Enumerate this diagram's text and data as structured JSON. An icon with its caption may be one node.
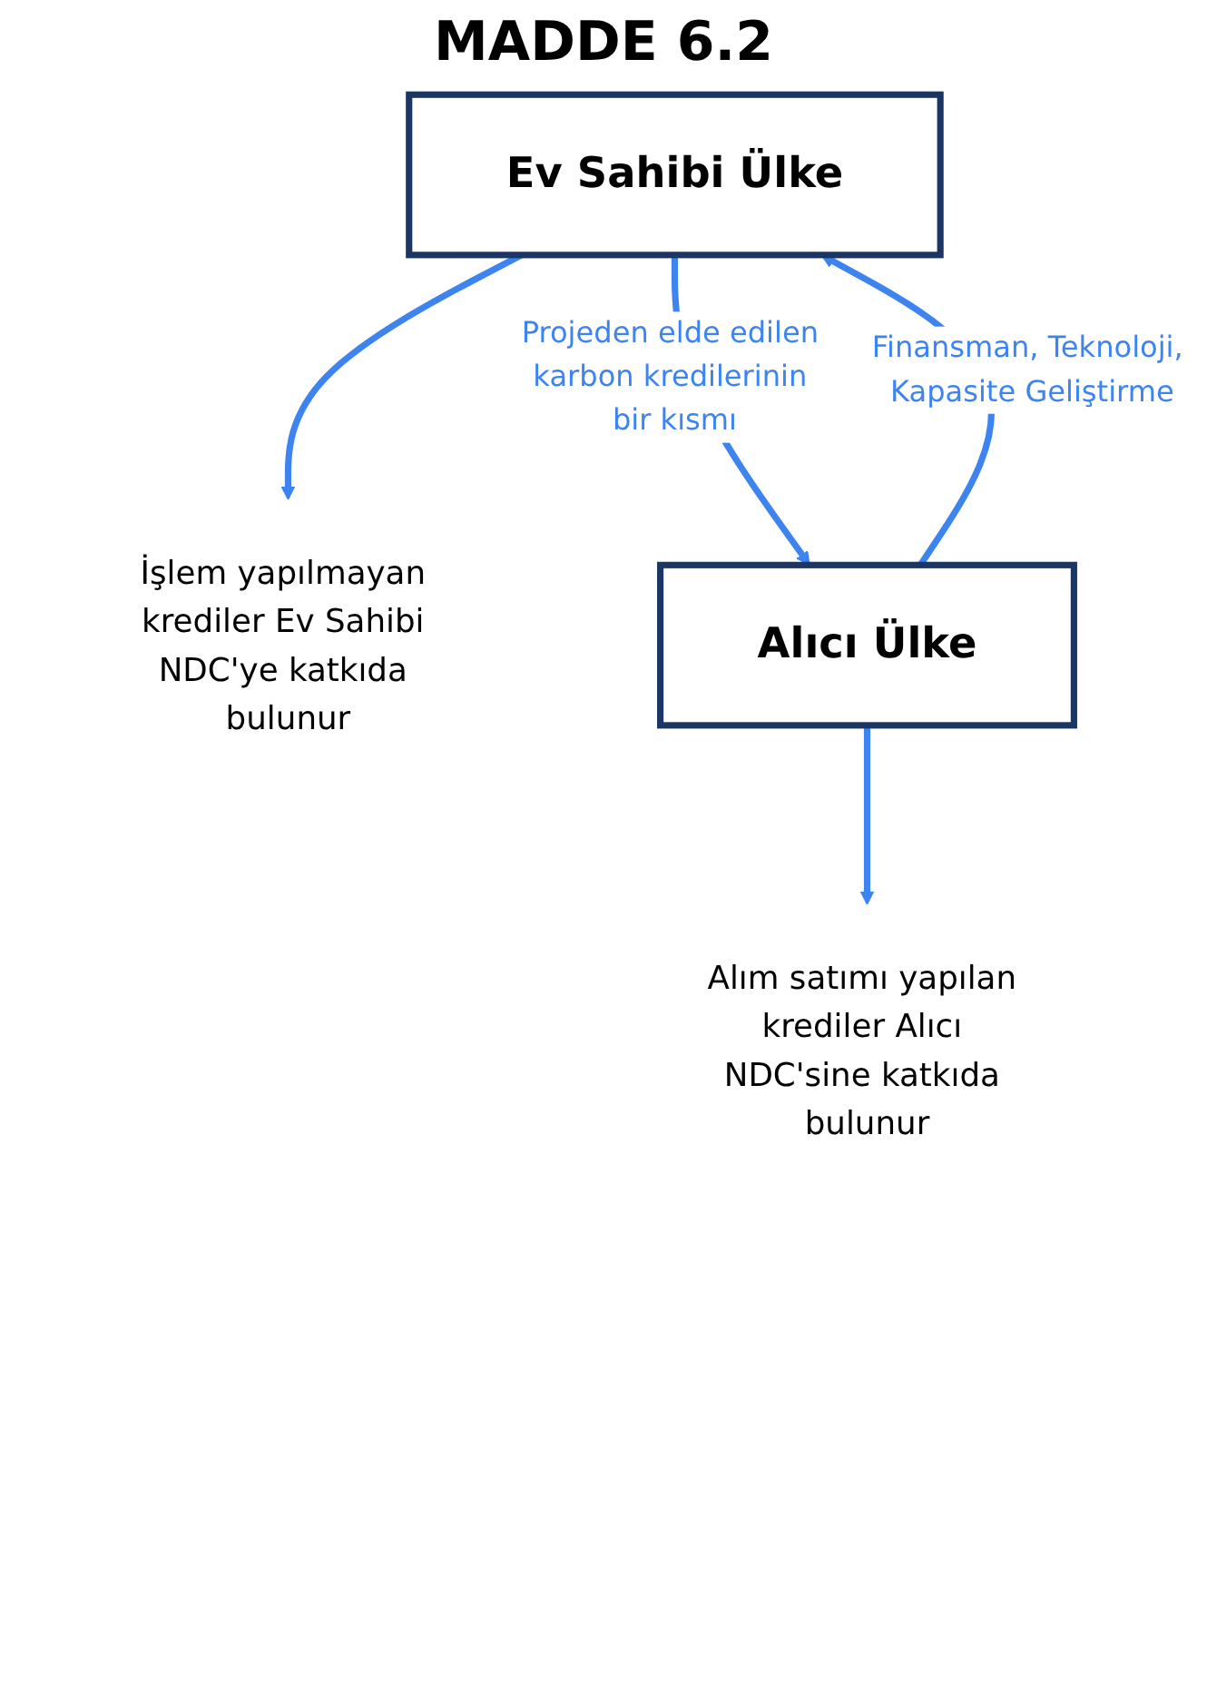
{
  "diagram": {
    "title": "MADDE 6.2",
    "nodes": [
      {
        "text": [
          "İşlem yapılmayan krediler Ev Sahibi NDC'ye katkıda bulunur"
        ]
      },
      {
        "text": [
          "Ev Sahibi Ülke"
        ]
      },
      {
        "text": [
          "Alıcı Ülke"
        ]
      },
      {
        "text": [
          "Alım satımı yapılan krediler Alıcı NDC'sine katkıda bulunur"
        ]
      }
    ],
    "edges": [
      {
        "from": 1,
        "to": 0,
        "arrow": "to"
      },
      {
        "from": 1,
        "to": 2,
        "arrow": "to",
        "label": "Projeden elde edilen karbon kredilerinin bir kısmı"
      },
      {
        "from": 2,
        "to": 1,
        "arrow": "to",
        "label": "Finansman, Teknoloji, Kapasite Geliştirme"
      },
      {
        "from": 2,
        "to": 3,
        "arrow": "to"
      }
    ]
  }
}
